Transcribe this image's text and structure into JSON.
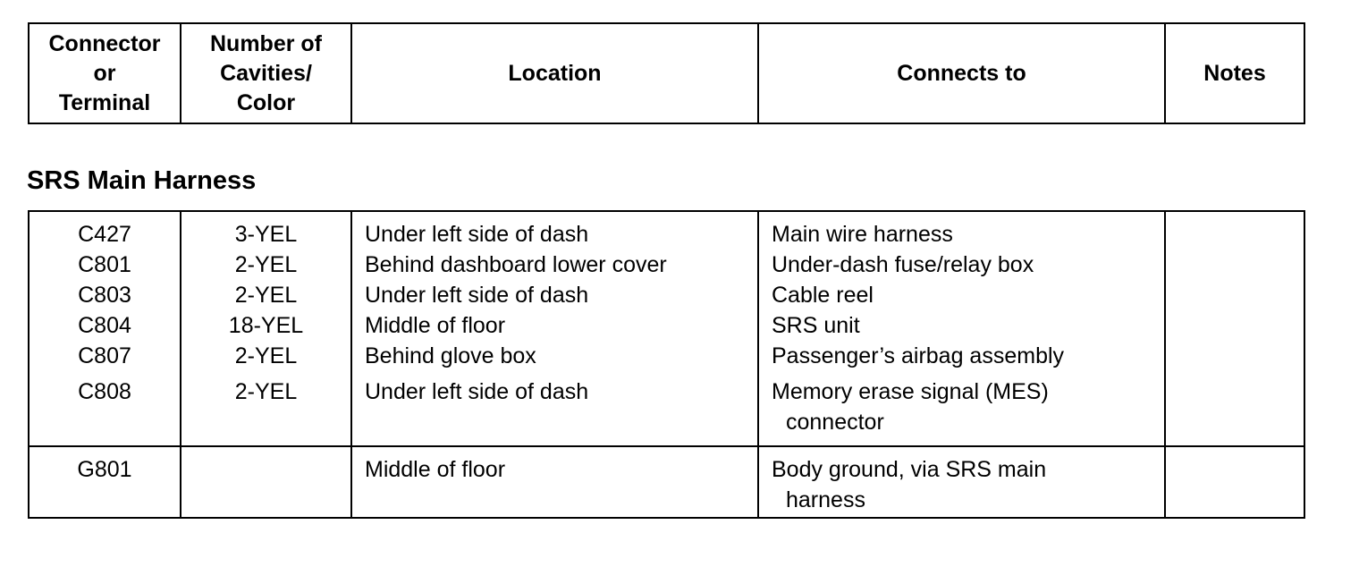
{
  "headers": {
    "connector": [
      "Connector",
      "or",
      "Terminal"
    ],
    "cavities": [
      "Number of",
      "Cavities/",
      "Color"
    ],
    "location": "Location",
    "connects_to": "Connects to",
    "notes": "Notes"
  },
  "section_title": "SRS Main Harness",
  "group1": {
    "connectors": [
      "C427",
      "C801",
      "C803",
      "C804",
      "C807",
      "C808"
    ],
    "cavities": [
      "3-YEL",
      "2-YEL",
      "2-YEL",
      "18-YEL",
      "2-YEL",
      "2-YEL"
    ],
    "locations": [
      "Under left side of dash",
      "Behind dashboard lower cover",
      "Under left side of dash",
      "Middle of floor",
      "Behind glove box",
      "Under left side of dash"
    ],
    "connects_to": [
      "Main wire harness",
      "Under-dash fuse/relay box",
      "Cable reel",
      "SRS unit",
      "Passenger’s airbag assembly",
      "Memory erase signal (MES)",
      "connector"
    ]
  },
  "group2": {
    "connector": "G801",
    "location": "Middle of floor",
    "connects_to": [
      "Body ground, via SRS main",
      "harness"
    ]
  }
}
